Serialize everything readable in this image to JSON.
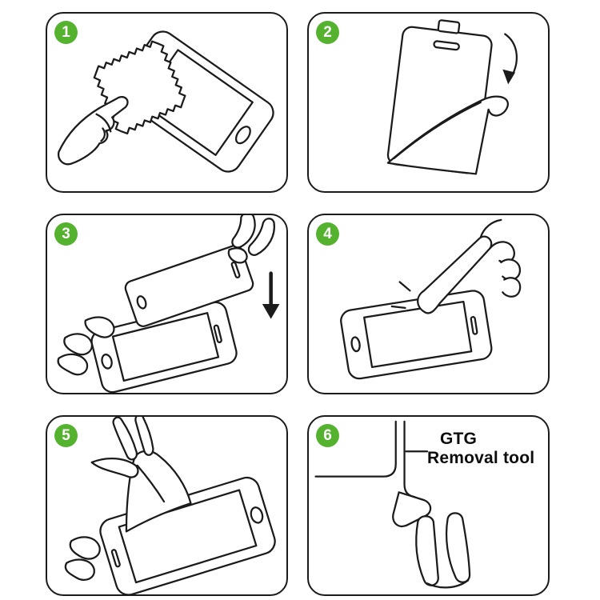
{
  "colors": {
    "badge_green": "#54b22f",
    "line_black": "#1b1b1b",
    "background": "#ffffff"
  },
  "steps": [
    {
      "number": "1",
      "illustration": "wipe-phone-with-cloth"
    },
    {
      "number": "2",
      "illustration": "peel-backing-from-protector"
    },
    {
      "number": "3",
      "illustration": "align-protector-over-phone"
    },
    {
      "number": "4",
      "illustration": "press-screen-with-finger"
    },
    {
      "number": "5",
      "illustration": "smooth-film-remove-bubbles"
    },
    {
      "number": "6",
      "illustration": "lift-glass-with-removal-tool"
    }
  ],
  "panel6_label": {
    "line1": "GTG",
    "line2": "Removal tool"
  }
}
